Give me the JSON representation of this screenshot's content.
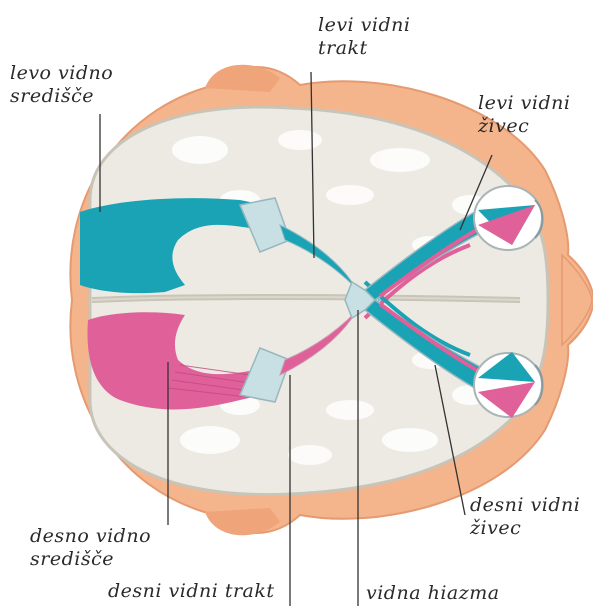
{
  "labels": {
    "levo_vidno_sredisce": {
      "line1": "levo vidno",
      "line2": "središče"
    },
    "levi_vidni_trakt": {
      "line1": "levi vidni",
      "line2": "trakt"
    },
    "levi_vidni_zivec": {
      "line1": "levi vidni",
      "line2": "živec"
    },
    "desni_vidni_zivec": {
      "line1": "desni vidni",
      "line2": "živec"
    },
    "desno_vidno_sredisce": {
      "line1": "desno vidno",
      "line2": "središče"
    },
    "desni_vidni_trakt": "desni vidni trakt",
    "vidna_hiazma": "vidna hiazma"
  },
  "colors": {
    "skin": "#f4b48c",
    "skin_edge": "#e69a70",
    "brain": "#eceae3",
    "brain_fold": "#ffffff",
    "left_pathway": "#1aa3b5",
    "right_pathway": "#e0609a",
    "text": "#2a2a2a"
  }
}
